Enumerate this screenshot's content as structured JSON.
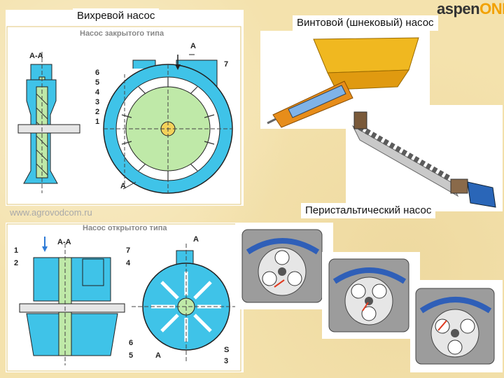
{
  "labels": {
    "vortex_pump": "Вихревой насос",
    "screw_pump": "Винтовой (шнековый) насос",
    "peristaltic_pump": "Перистальтический насос"
  },
  "logo": {
    "part1": "aspen",
    "part2": "ONE"
  },
  "diagram_top": {
    "title": "Насос закрытого типа",
    "section": "А-А",
    "numbers": [
      "6",
      "5",
      "4",
      "3",
      "2",
      "1",
      "7"
    ],
    "arrow_label_top": "А",
    "arrow_label_bottom": "А"
  },
  "diagram_bottom": {
    "title": "Насос открытого типа",
    "section": "А-А",
    "numbers_left": [
      "1",
      "2"
    ],
    "numbers_center": [
      "6",
      "5"
    ],
    "numbers_right": [
      "7",
      "4",
      "S",
      "3"
    ],
    "arrow_label_top": "А",
    "arrow_label_bottom": "А"
  },
  "watermark": "www.agrovodcom.ru",
  "colors": {
    "cyan": "#3fc3e8",
    "green": "#bfe9a8",
    "background": "#f4e2ad"
  }
}
